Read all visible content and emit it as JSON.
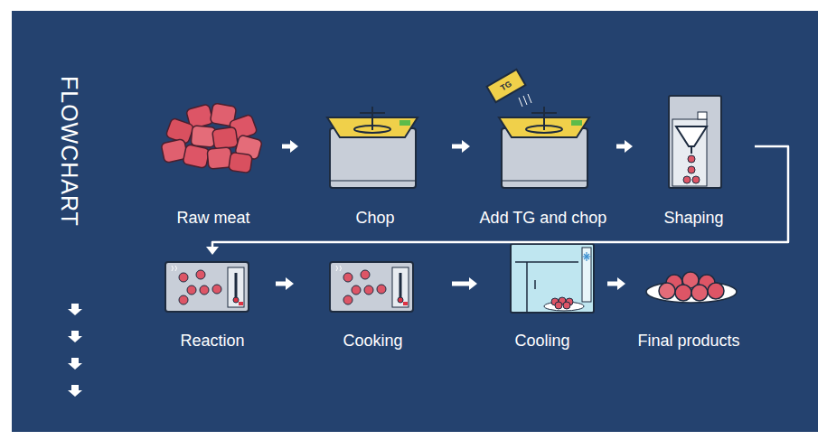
{
  "diagram": {
    "title": "FLOWCHART",
    "nodes": [
      {
        "text": [
          "Raw meat"
        ]
      },
      {
        "text": [
          "Chop"
        ]
      },
      {
        "text": [
          "Add TG and chop"
        ]
      },
      {
        "text": [
          "Shaping"
        ]
      },
      {
        "text": [
          "Reaction"
        ]
      },
      {
        "text": [
          "Cooking"
        ]
      },
      {
        "text": [
          "Cooling"
        ]
      },
      {
        "text": [
          "Final products"
        ]
      }
    ],
    "edges": [
      {
        "from": 0,
        "to": 1,
        "arrow": "to"
      },
      {
        "from": 1,
        "to": 2,
        "arrow": "to"
      },
      {
        "from": 2,
        "to": 3,
        "arrow": "to"
      },
      {
        "from": 3,
        "to": 4,
        "arrow": "to"
      },
      {
        "from": 4,
        "to": 5,
        "arrow": "to"
      },
      {
        "from": 5,
        "to": 6,
        "arrow": "to"
      },
      {
        "from": 6,
        "to": 7,
        "arrow": "to"
      }
    ],
    "labels": [
      "TG"
    ]
  }
}
